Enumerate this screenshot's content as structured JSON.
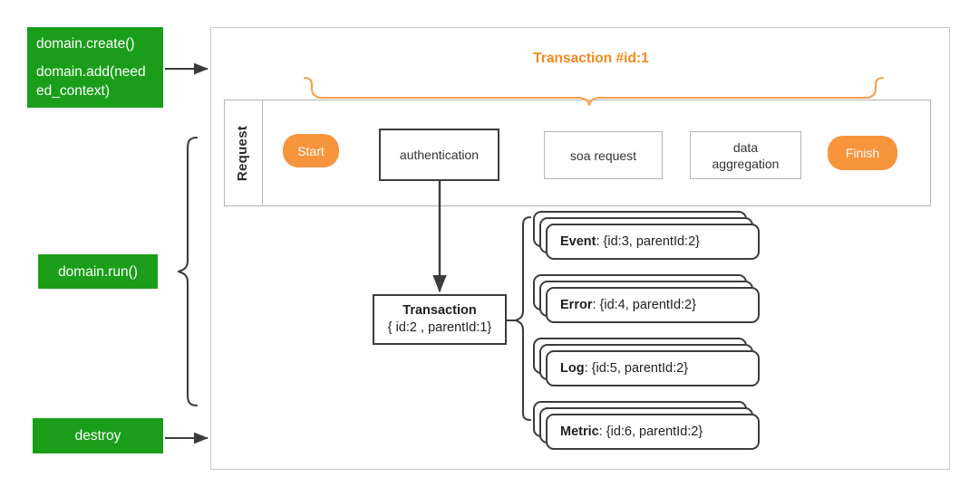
{
  "diagram": {
    "title": "Transaction #id:1",
    "accent_orange": "#f7943c",
    "title_orange": "#f08a1e",
    "green": "#1a9e1a",
    "dark_stroke": "#3c3c3c",
    "light_stroke": "#c9c9c9"
  },
  "left_labels": [
    {
      "id": "create",
      "line1": "domain.create()",
      "line2": "domain.add(need",
      "line3": "ed_context)"
    },
    {
      "id": "run",
      "line1": "domain.run()"
    },
    {
      "id": "destroy",
      "line1": "destroy"
    }
  ],
  "request": {
    "lane_label": "Request",
    "steps": [
      {
        "id": "start",
        "label": "Start",
        "kind": "pill"
      },
      {
        "id": "authentication",
        "label": "authentication",
        "kind": "box-thick"
      },
      {
        "id": "soa-request",
        "label": "soa request",
        "kind": "box-thin"
      },
      {
        "id": "data-aggregation",
        "label": "data\naggregation",
        "kind": "box-thin"
      },
      {
        "id": "finish",
        "label": "Finish",
        "kind": "pill"
      }
    ]
  },
  "transaction_node": {
    "title": "Transaction",
    "detail": "{ id:2 , parentId:1}"
  },
  "child_stacks": [
    {
      "id": "event",
      "label": "Event",
      "body": " : {id:3, parentId:2}"
    },
    {
      "id": "error",
      "label": "Error",
      "body": " : {id:4, parentId:2}"
    },
    {
      "id": "log",
      "label": "Log",
      "body": " : {id:5, parentId:2}"
    },
    {
      "id": "metric",
      "label": "Metric",
      "body": " : {id:6, parentId:2}"
    }
  ]
}
